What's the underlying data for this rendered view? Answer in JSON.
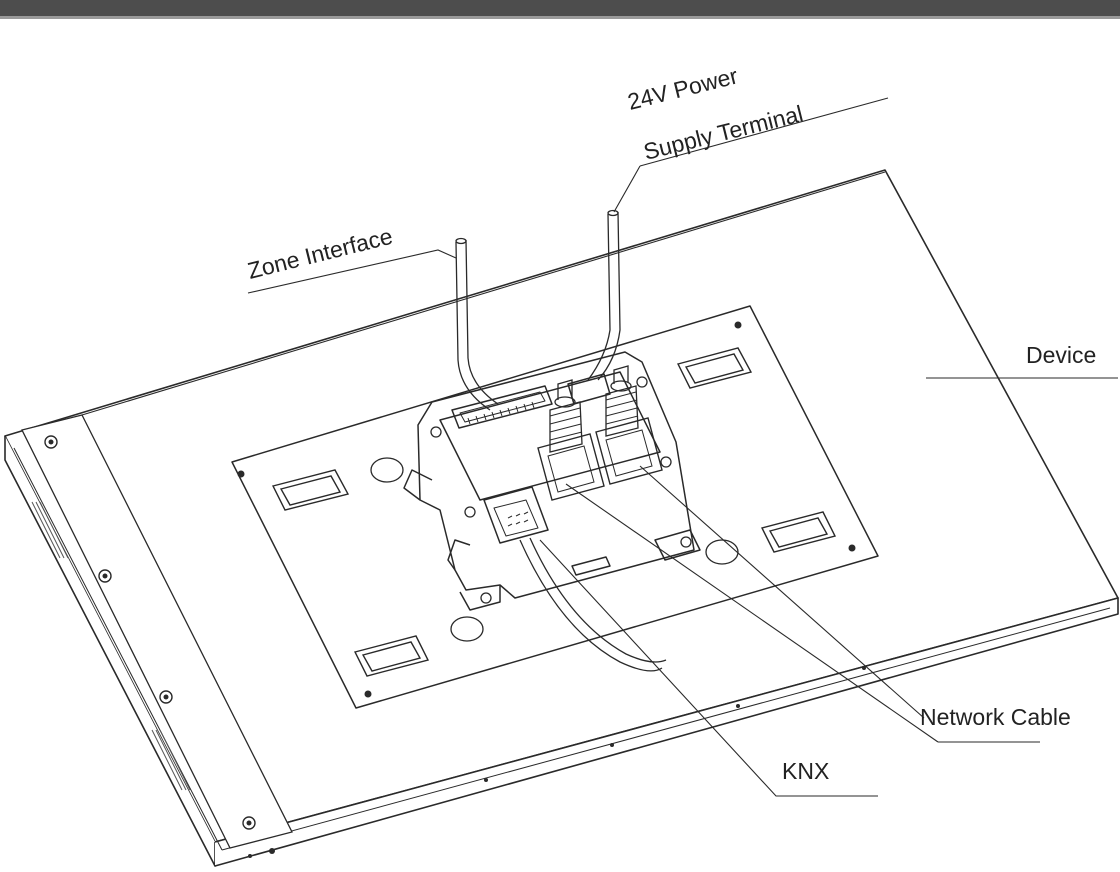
{
  "labels": {
    "power_line1": "24V Power",
    "power_line2": "Supply Terminal",
    "zone": "Zone Interface",
    "device": "Device",
    "network": "Network Cable",
    "knx": "KNX"
  },
  "colors": {
    "ink": "#2a2a2a",
    "top_band": "#4d4d4d",
    "background": "#ffffff"
  }
}
